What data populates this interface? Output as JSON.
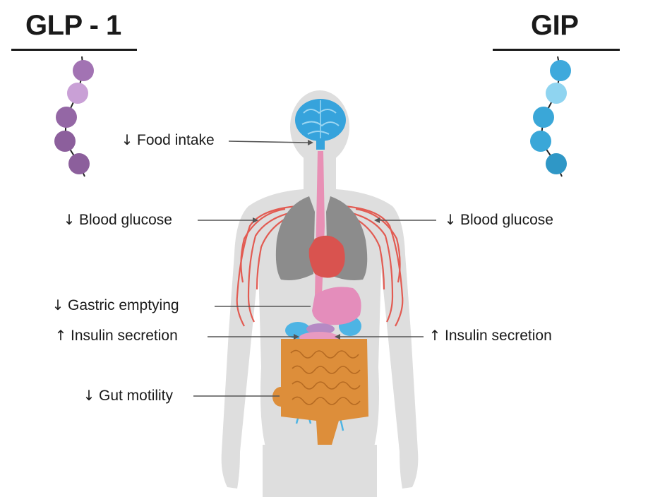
{
  "titles": {
    "left": "GLP - 1",
    "right": "GIP"
  },
  "colors": {
    "glp_bead": "#9a6aa8",
    "glp_bead_light": "#c49bd0",
    "gip_bead": "#3aa7d8",
    "gip_bead_light": "#8fd4f0",
    "body": "#dedede",
    "brain": "#36a3dc",
    "lungs": "#8a8a8a",
    "heart": "#d9534f",
    "esophagus": "#e88fb4",
    "stomach": "#e58fba",
    "intestine": "#dd8e3a",
    "vessels": "#e05a50",
    "pancreas_side": "#5bc0e8"
  },
  "left_labels": [
    {
      "arrow": "↓",
      "text": "Food intake"
    },
    {
      "arrow": "↓",
      "text": "Blood glucose"
    },
    {
      "arrow": "↓",
      "text": "Gastric emptying"
    },
    {
      "arrow": "↑",
      "text": "Insulin secretion"
    },
    {
      "arrow": "↓",
      "text": "Gut motility"
    }
  ],
  "right_labels": [
    {
      "arrow": "↓",
      "text": "Blood glucose"
    },
    {
      "arrow": "↑",
      "text": "Insulin secretion"
    }
  ]
}
